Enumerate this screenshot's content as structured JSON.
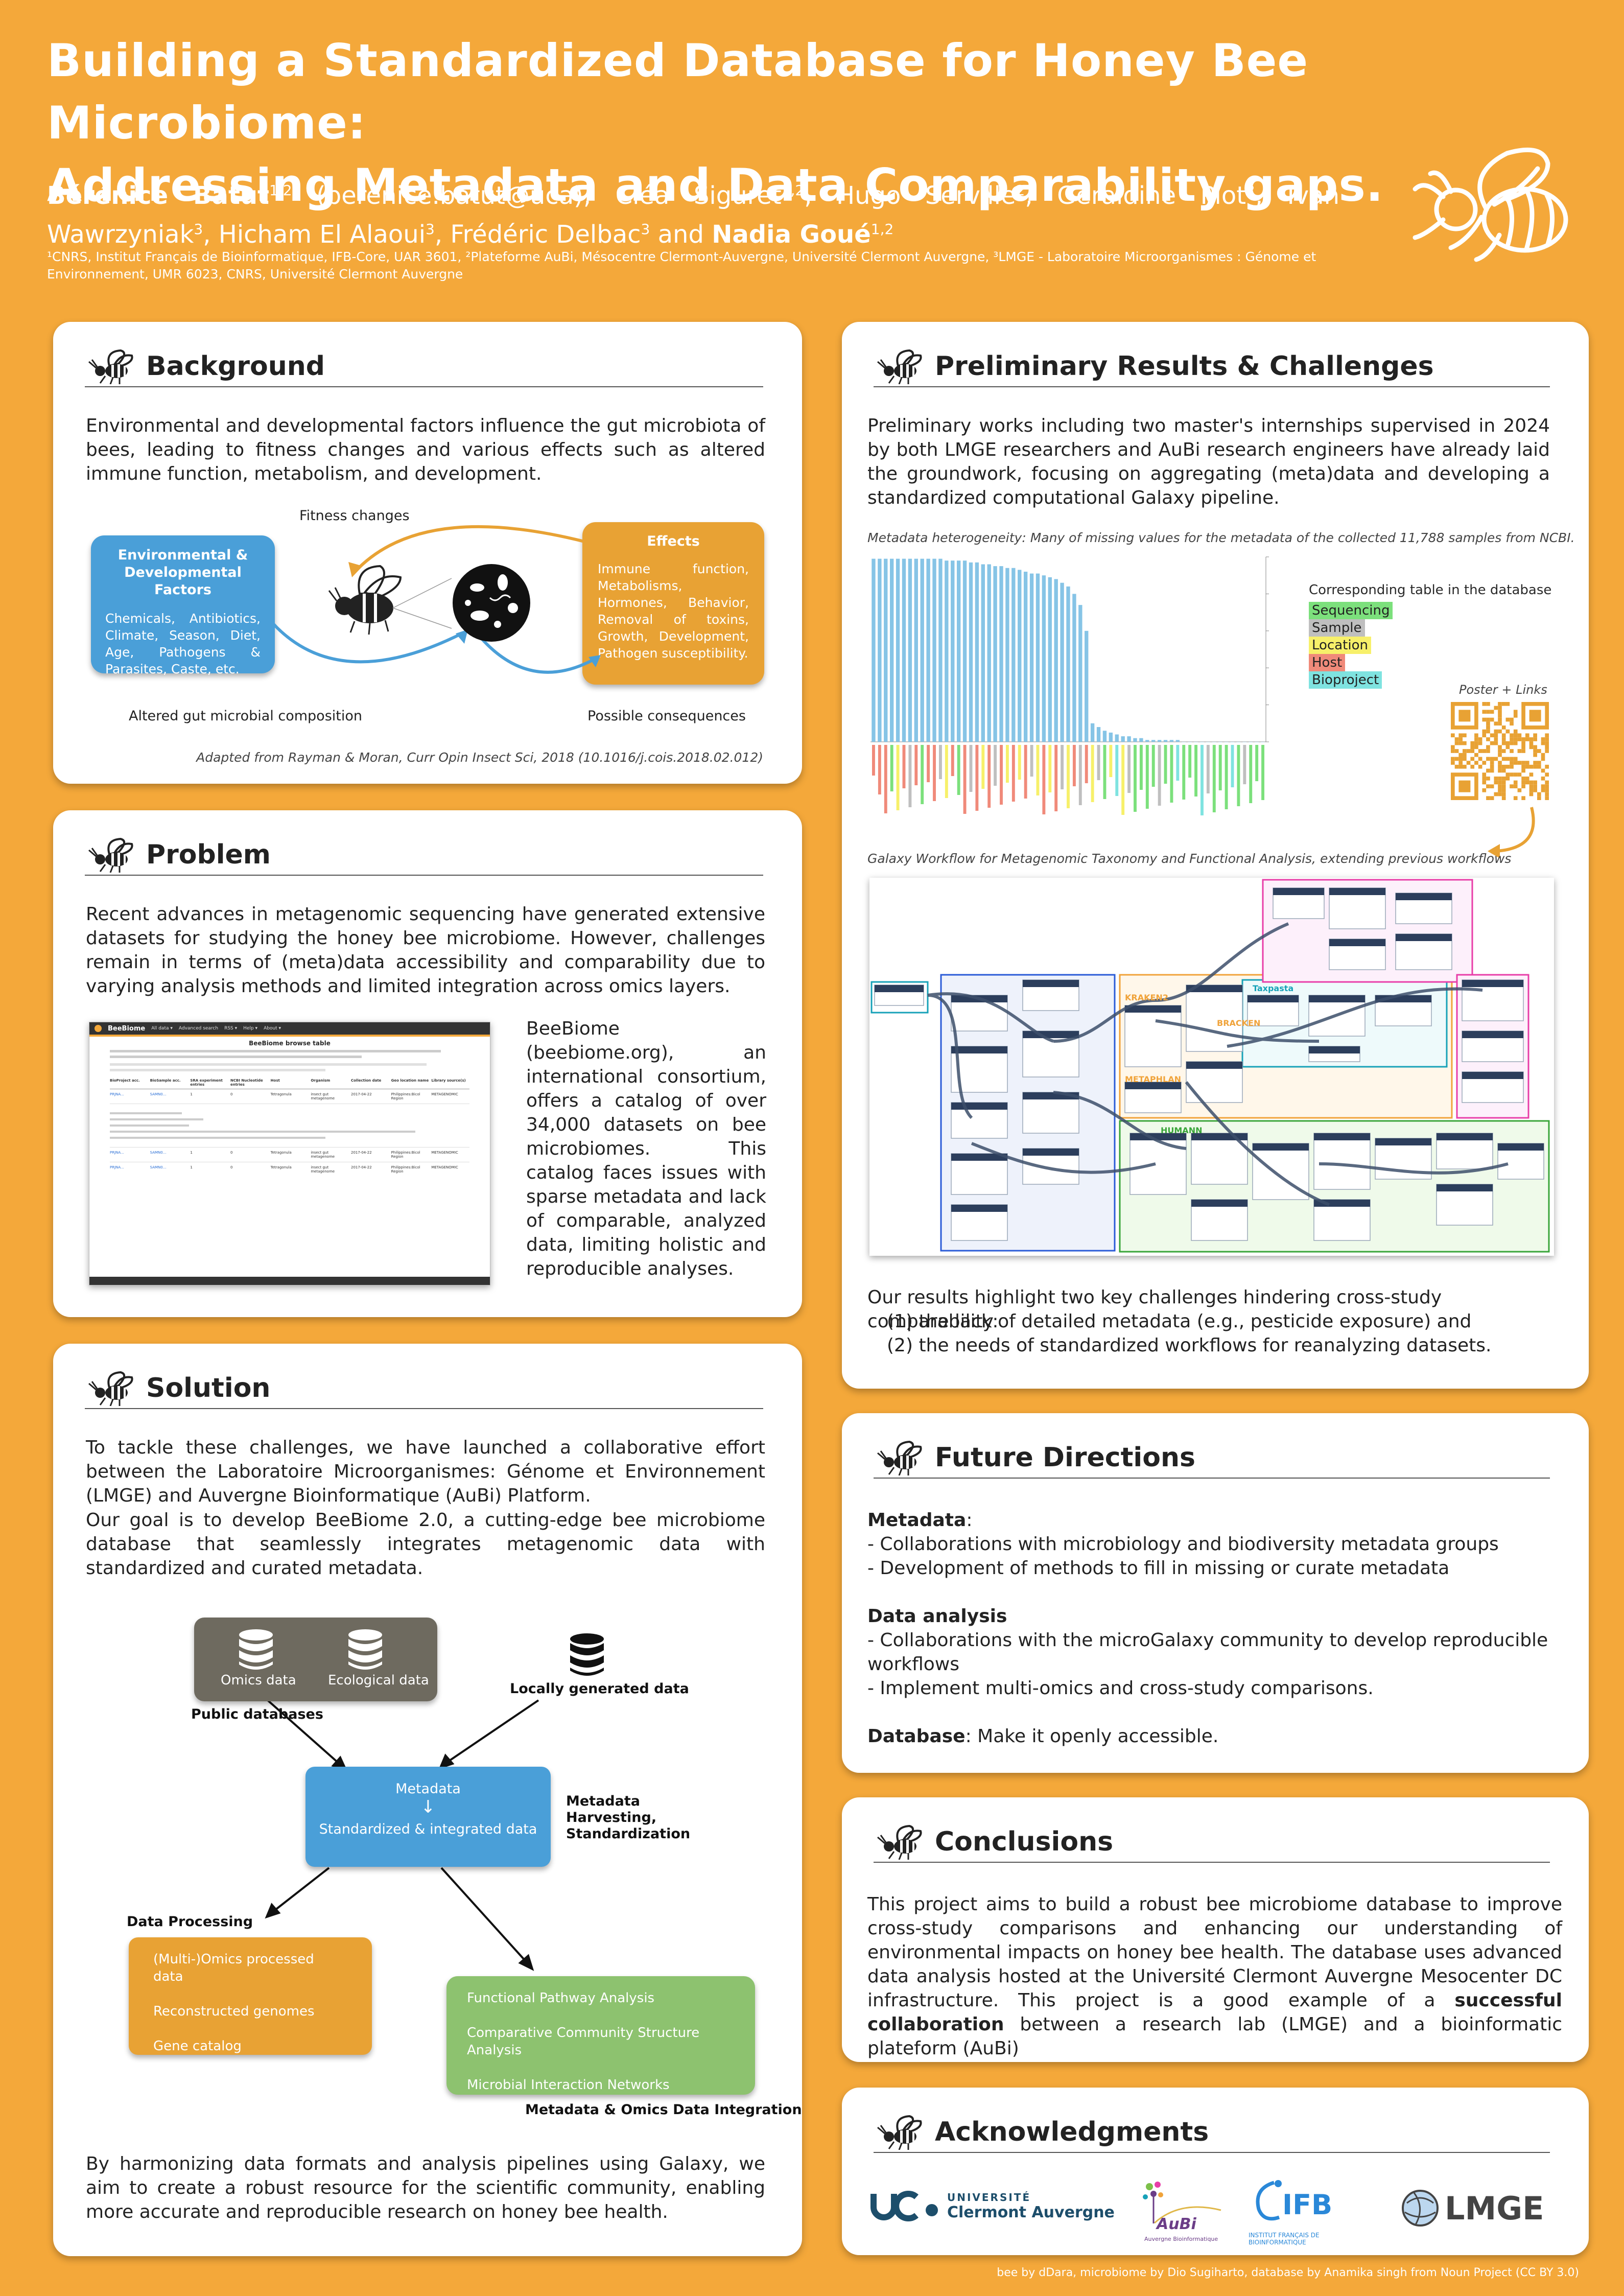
{
  "title": {
    "line1": "Building a Standardized Database for Honey Bee Microbiome:",
    "line2": "Addressing Metadata and Data Comparability gaps."
  },
  "authors": {
    "a1": "Bérénice Batut",
    "a1_sup": "1,2",
    "a1_email": " (berenice.batut@uca), ",
    "a2": "Cléa Siguret",
    "a2_sup": "1,2",
    "a3": "Hugo Serville",
    "a3_sup": "2",
    "a4": "Géraldine Piot",
    "a4_sup": "2",
    "a5": "Ivan Wawrzyniak",
    "a5_sup": "3",
    "a6": "Hicham El Alaoui",
    "a6_sup": "3",
    "a7": "Frédéric Delbac",
    "a7_sup": "3",
    "and": " and ",
    "a8": "Nadia Goué",
    "a8_sup": "1,2",
    "affiliations": "¹CNRS, Institut Français de Bioinformatique, IFB-Core, UAR 3601, ²Plateforme AuBi, Mésocentre Clermont-Auvergne, Université Clermont Auvergne, ³LMGE - Laboratoire Microorganismes : Génome et Environnement, UMR 6023, CNRS, Université Clermont Auvergne"
  },
  "background": {
    "heading": "Background",
    "text": "Environmental and developmental factors influence the gut microbiota of bees, leading to fitness changes and various effects such as altered immune function, metabolism, and development.",
    "env_title": "Environmental & Developmental Factors",
    "env_body": "Chemicals, Antibiotics, Climate, Season, Diet, Age, Pathogens & Parasites, Caste, etc.",
    "effects_title": "Effects",
    "effects_body": "Immune function, Metabolisms, Hormones, Behavior, Removal of toxins, Growth, Development, Pathogen susceptibility.",
    "fitness": "Fitness changes",
    "altered": "Altered gut microbial composition",
    "possible": "Possible consequences",
    "caption": "Adapted from Rayman & Moran, Curr Opin Insect Sci, 2018 (10.1016/j.cois.2018.02.012)"
  },
  "problem": {
    "heading": "Problem",
    "text": "Recent advances in metagenomic sequencing have generated extensive datasets for studying the honey bee microbiome. However, challenges remain in terms of (meta)data accessibility and comparability due to varying analysis methods and limited integration across omics layers.",
    "side_text": "BeeBiome (beebiome.org), an international consortium, offers a catalog of over 34,000 datasets on bee microbiomes. This catalog faces issues with sparse metadata and lack of comparable, analyzed data, limiting holistic and reproducible analyses.",
    "screen": {
      "brand": "BeeBiome",
      "menu": [
        "All data ▾",
        "Advanced search",
        "RSS ▾",
        "Help ▾",
        "About ▾"
      ],
      "table_title": "BeeBiome browse table",
      "headers": [
        "BioProject acc.",
        "BioSample acc.",
        "SRA experiment entries",
        "NCBI Nucleotide entries",
        "Host",
        "Organism",
        "Collection date",
        "Geo location name",
        "Library source(s)"
      ],
      "row1": [
        "PRJNA...",
        "SAMN0...",
        "1",
        "0",
        "Tetragonula",
        "insect gut metagenome",
        "2017-04-22",
        "Philippines:Bicol Region",
        "METAGENOMIC"
      ],
      "row2": [
        "PRJNA...",
        "SAMN0...",
        "1",
        "0",
        "Tetragonula",
        "insect gut metagenome",
        "2017-04-22",
        "Philippines:Bicol Region",
        "METAGENOMIC"
      ],
      "row3": [
        "PRJNA...",
        "SAMN0...",
        "1",
        "0",
        "Tetragonula",
        "insect gut metagenome",
        "2017-04-22",
        "Philippines:Bicol Region",
        "METAGENOMIC"
      ]
    }
  },
  "solution": {
    "heading": "Solution",
    "text1": "To tackle these challenges, we have launched a collaborative effort between the Laboratoire Microorganismes: Génome et Environnement (LMGE) and Auvergne Bioinformatique (AuBi) Platform.",
    "text2": "Our goal is to develop BeeBiome 2.0, a cutting-edge bee microbiome database that seamlessly integrates metagenomic data with standardized and curated metadata.",
    "omics": "Omics data",
    "ecological": "Ecological data",
    "public_db": "Public databases",
    "local": "Locally generated data",
    "metadata": "Metadata",
    "standardized": "Standardized & integrated data",
    "harvest1": "Metadata",
    "harvest2": "Harvesting,",
    "harvest3": "Standardization",
    "processing": "Data Processing",
    "proc_items": [
      "(Multi-)Omics processed data",
      "Reconstructed genomes",
      "Gene catalog"
    ],
    "integ_items": [
      "Functional Pathway Analysis",
      "Comparative Community Structure Analysis",
      "Microbial Interaction Networks"
    ],
    "integration": "Metadata & Omics Data Integration",
    "closing": "By harmonizing data formats and analysis pipelines using Galaxy, we aim to create a robust resource for the scientific community, enabling more accurate and reproducible research on honey bee health."
  },
  "results": {
    "heading": "Preliminary Results & Challenges",
    "text": "Preliminary works including two master's internships supervised in 2024 by both LMGE researchers and AuBi research engineers have already laid the groundwork, focusing on aggregating (meta)data and developing a standardized computational Galaxy pipeline.",
    "chart_caption": "Metadata heterogeneity: Many of missing values for the metadata of the collected 11,788 samples from NCBI.",
    "legend_title": "Corresponding table in the database",
    "legend": [
      {
        "label": "Sequencing",
        "color": "#7CE07C"
      },
      {
        "label": "Sample",
        "color": "#BFBFBF"
      },
      {
        "label": "Location",
        "color": "#F7F06A"
      },
      {
        "label": "Host",
        "color": "#F08A7A"
      },
      {
        "label": "Bioproject",
        "color": "#7FE3E0"
      }
    ],
    "poster_links": "Poster + Links",
    "workflow_caption": "Galaxy Workflow for Metagenomic Taxonomy and Functional Analysis, extending previous workflows",
    "wf_labels": [
      "KRAKEN2",
      "BRACKEN",
      "METAPHLAN",
      "HUMANN",
      "Taxpasta"
    ],
    "challenge_intro": "Our results highlight two key challenges hindering cross-study comparability:",
    "challenge1": "(1) the lack of detailed metadata (e.g., pesticide exposure) and",
    "challenge2": "(2) the needs of standardized workflows for reanalyzing datasets."
  },
  "chart_data": {
    "type": "bar",
    "title": "",
    "xlabel": "",
    "ylabel": "",
    "ylim": [
      0,
      100
    ],
    "note": "Missing values per metadata field, sorted descending; bar labels colored by database table.",
    "values": [
      99,
      99,
      99,
      99,
      99,
      99,
      99,
      99,
      99,
      99,
      99,
      99,
      98,
      98,
      98,
      98,
      97,
      97,
      96,
      96,
      95,
      95,
      94,
      94,
      93,
      92,
      91,
      91,
      90,
      89,
      88,
      86,
      84,
      80,
      74,
      60,
      10,
      8,
      6,
      5,
      4,
      3,
      3,
      2,
      2,
      1,
      1,
      1,
      1,
      1,
      1,
      0,
      0,
      0,
      0,
      0,
      0,
      0,
      0,
      0,
      0,
      0,
      0,
      0,
      0
    ],
    "label_colors": [
      "#F08A7A",
      "#F08A7A",
      "#F08A7A",
      "#7CE07C",
      "#F7F06A",
      "#F08A7A",
      "#BFBFBF",
      "#F08A7A",
      "#7CE07C",
      "#F08A7A",
      "#F08A7A",
      "#BFBFBF",
      "#F7F06A",
      "#F08A7A",
      "#7CE07C",
      "#F08A7A",
      "#BFBFBF",
      "#F08A7A",
      "#F7F06A",
      "#F08A7A",
      "#BFBFBF",
      "#F08A7A",
      "#F7F06A",
      "#F08A7A",
      "#F7F06A",
      "#F08A7A",
      "#BFBFBF",
      "#F7F06A",
      "#F08A7A",
      "#F7F06A",
      "#F08A7A",
      "#BFBFBF",
      "#F7F06A",
      "#F08A7A",
      "#BFBFBF",
      "#F08A7A",
      "#F7F06A",
      "#BFBFBF",
      "#7CE07C",
      "#F7F06A",
      "#7FE3E0",
      "#F7F06A",
      "#BFBFBF",
      "#7CE07C",
      "#7CE07C",
      "#7CE07C",
      "#7CE07C",
      "#BFBFBF",
      "#7CE07C",
      "#7CE07C",
      "#7FE3E0",
      "#7CE07C",
      "#7CE07C",
      "#7CE07C",
      "#7FE3E0",
      "#BFBFBF",
      "#7CE07C",
      "#7CE07C",
      "#7CE07C",
      "#7FE3E0",
      "#7CE07C",
      "#BFBFBF",
      "#7CE07C",
      "#7CE07C",
      "#7CE07C"
    ]
  },
  "future": {
    "heading": "Future Directions",
    "meta_label": "Metadata",
    "meta_colon": ":",
    "meta1": "- Collaborations with microbiology and biodiversity metadata groups",
    "meta2": "- Development of methods to fill in missing or curate metadata",
    "analysis_label": "Data analysis",
    "an1": "- Collaborations with the microGalaxy community to develop reproducible workflows",
    "an2": "- Implement multi-omics and cross-study comparisons.",
    "db_label": "Database",
    "db_text": ": Make it openly accessible."
  },
  "conclusions": {
    "heading": "Conclusions",
    "text1": "This project aims to build a robust bee microbiome database to improve cross-study comparisons and enhancing our understanding of environmental impacts on honey bee health. The database uses advanced data analysis hosted at the Université Clermont Auvergne Mesocenter DC infrastructure. This project is a good example of a ",
    "bold": "successful collaboration",
    "text2": " between a research lab (LMGE) and a bioinformatic plateform (AuBi)"
  },
  "ack": {
    "heading": "Acknowledgments",
    "uca1": "UNIVERSITÉ",
    "uca2": "Clermont Auvergne",
    "aubi": "AuBi",
    "aubi_sub": "Auvergne Bioinformatique",
    "ifb": "IFB",
    "ifb_sub": "INSTITUT FRANÇAIS DE BIOINFORMATIQUE",
    "lmge": "LMGE"
  },
  "credits": "bee by dDara, microbiome by Dio Sugiharto, database by Anamika singh from Noun Project (CC BY 3.0)"
}
